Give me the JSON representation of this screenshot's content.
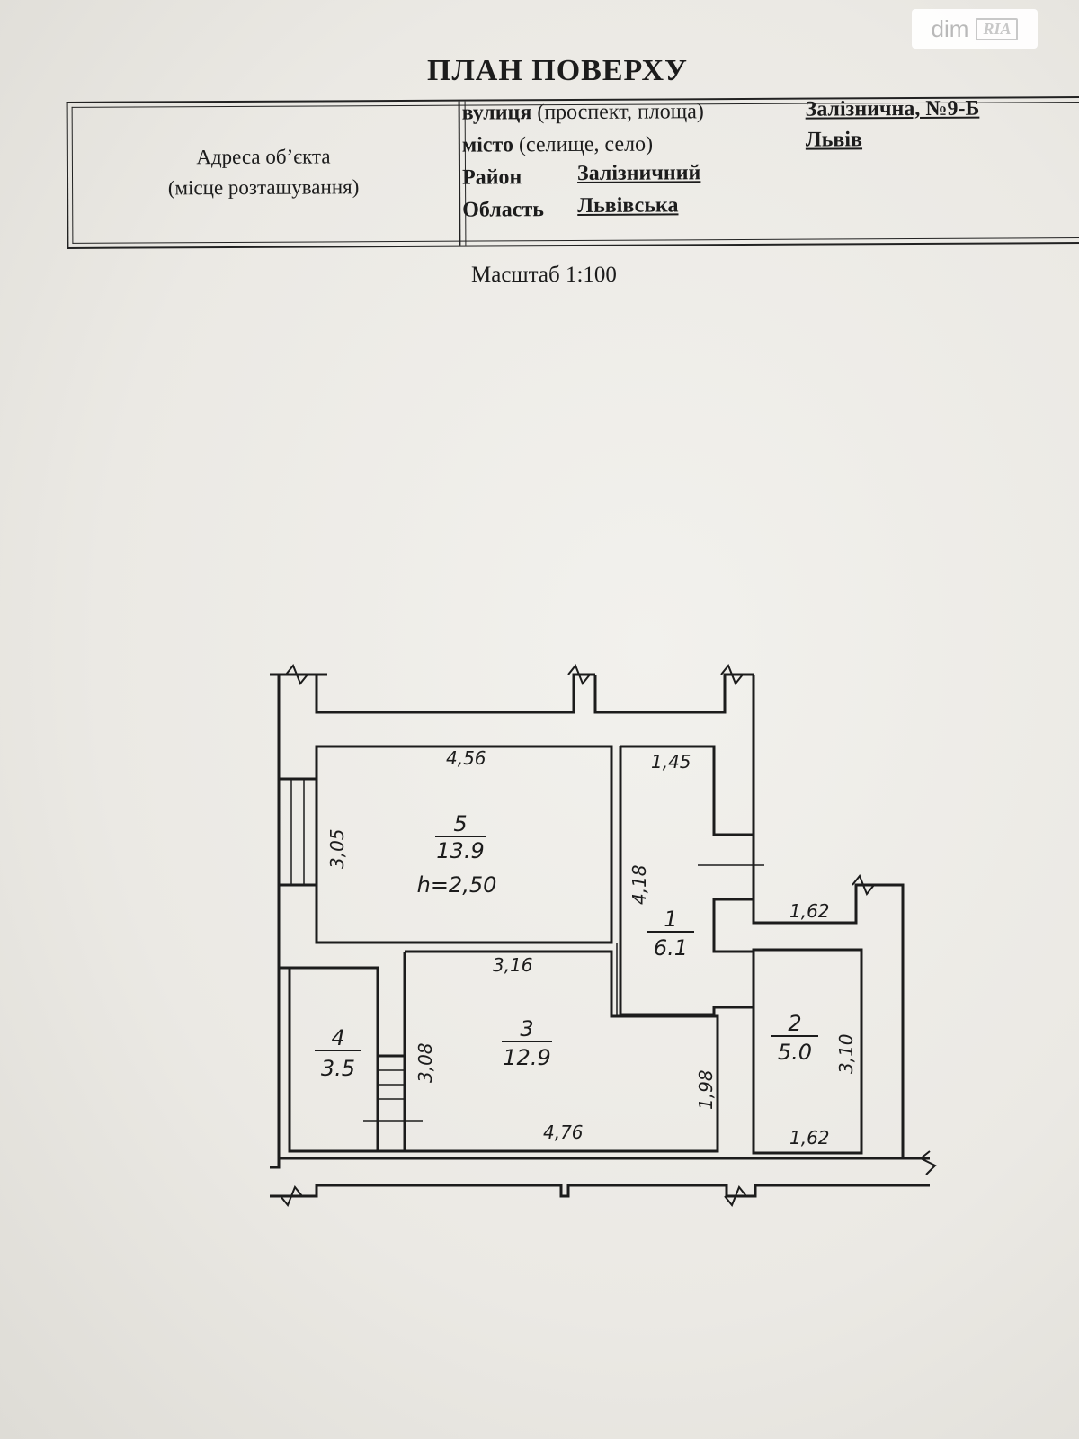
{
  "watermark": {
    "brand": "dim",
    "sub": "RIA"
  },
  "title": "ПЛАН ПОВЕРХУ",
  "address": {
    "label_line1": "Адреса об’єкта",
    "label_line2": "(місце розташування)",
    "street_label_bold": "вулиця",
    "street_label_rest": " (проспект, площа)",
    "street_value": "Залізнична, №9-Б",
    "city_label_bold": "місто",
    "city_label_rest": " (селище, село)",
    "city_value": "Львів",
    "district_label": "Район",
    "district_value": "Залізничний",
    "region_label": "Область",
    "region_value": "Львівська"
  },
  "scale": "Масштаб  1:100",
  "rooms": [
    {
      "number": "5",
      "area": "13.9",
      "height": "h=2,50"
    },
    {
      "number": "1",
      "area": "6.1"
    },
    {
      "number": "3",
      "area": "12.9"
    },
    {
      "number": "4",
      "area": "3.5"
    },
    {
      "number": "2",
      "area": "5.0"
    }
  ],
  "dimensions": {
    "r5_width": "4,56",
    "r5_depth": "3,05",
    "r1_width": "1,45",
    "r1_depth": "4,18",
    "balcony_width": "1,62",
    "r3_top": "3,16",
    "r3_left": "3,08",
    "r3_right": "1,98",
    "r3_bottom": "4,76",
    "r2_depth": "3,10",
    "r2_width": "1,62"
  },
  "colors": {
    "ink": "#1c1c1c",
    "paper": "#efeee9"
  }
}
